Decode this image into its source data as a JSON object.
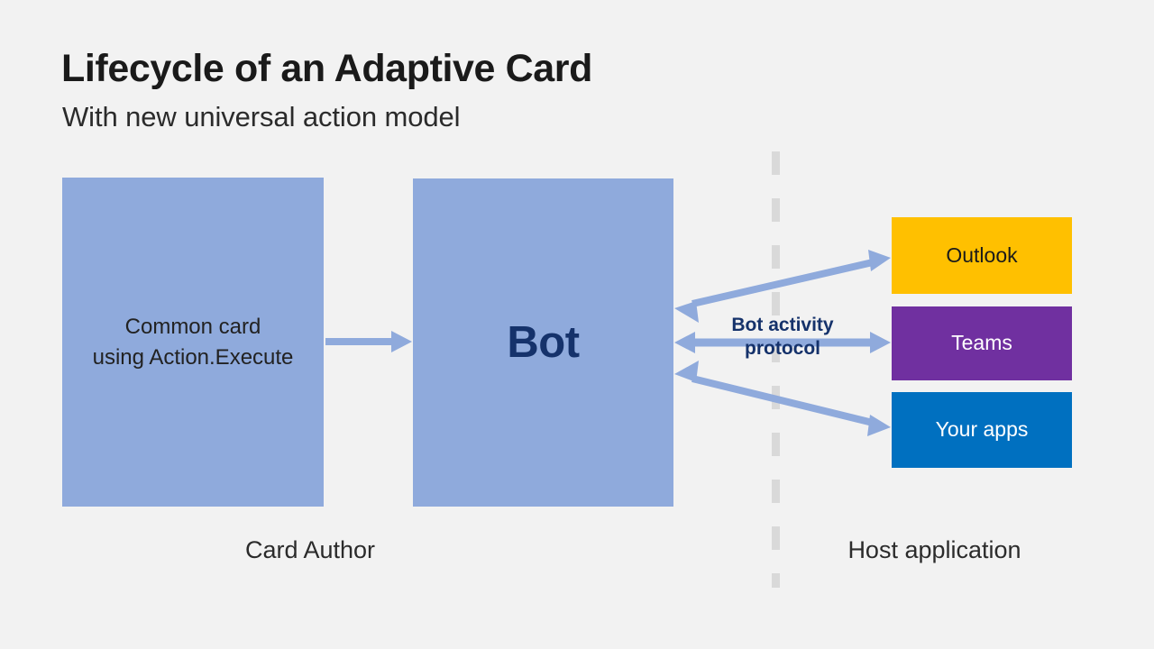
{
  "slide": {
    "title": "Lifecycle of an Adaptive Card",
    "subtitle": "With new universal action model",
    "background_color": "#F2F2F2"
  },
  "colors": {
    "card_blue": "#8FAADC",
    "bot_text_navy": "#15326B",
    "arrow_blue": "#8FAADC",
    "outlook_amber": "#FFC000",
    "teams_purple": "#7030A0",
    "yourapps_blue": "#0070C0",
    "divider_gray": "#D9D9D9"
  },
  "card_author": {
    "box_label": "Common card\nusing Action.Execute",
    "caption": "Card Author"
  },
  "bot": {
    "box_label": "Bot"
  },
  "protocol": {
    "label": "Bot activity\nprotocol"
  },
  "host": {
    "caption": "Host application",
    "apps": [
      {
        "name": "Outlook",
        "color": "#FFC000",
        "text_tone": "dark"
      },
      {
        "name": "Teams",
        "color": "#7030A0",
        "text_tone": "light"
      },
      {
        "name": "Your apps",
        "color": "#0070C0",
        "text_tone": "light"
      }
    ]
  },
  "divider": {
    "style": "dashed-vertical"
  }
}
